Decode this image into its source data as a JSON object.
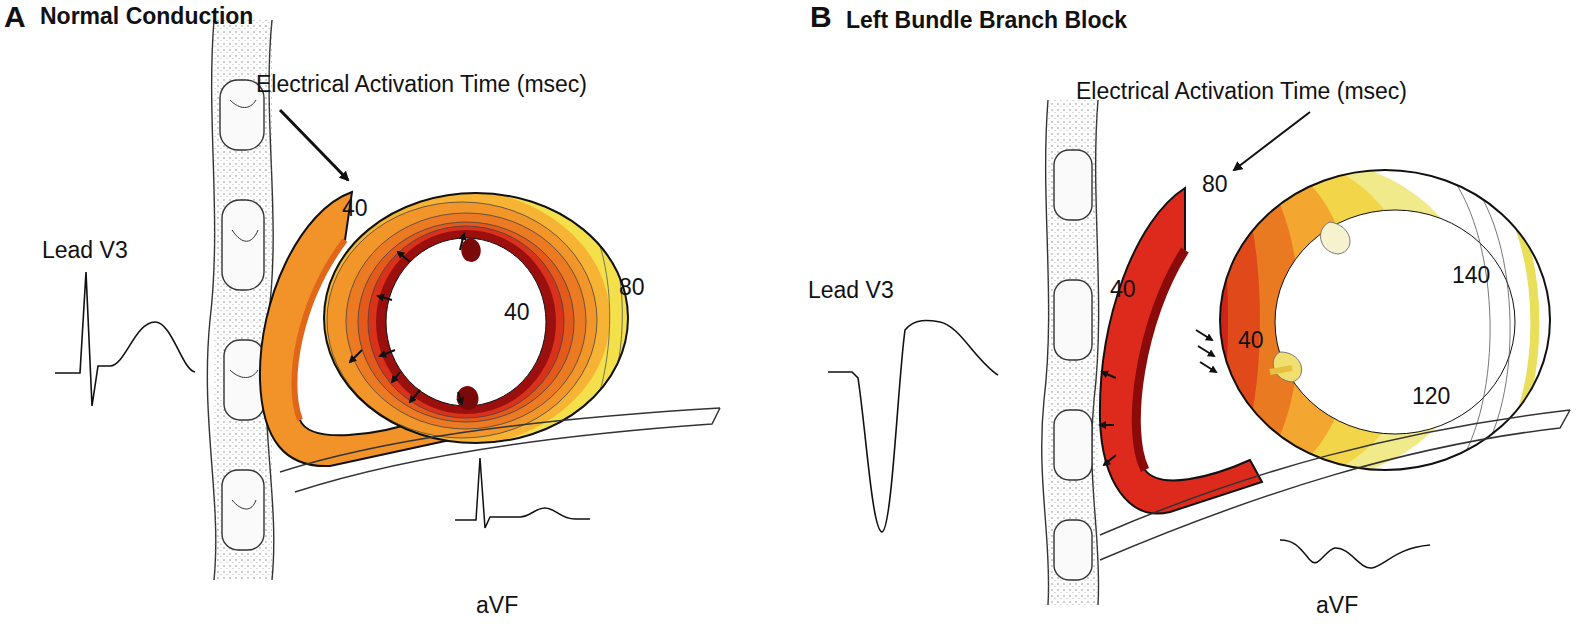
{
  "diagram": {
    "labels": [
      "A",
      "Normal Conduction",
      "B",
      "Left Bundle Branch Block",
      "Electrical Activation Time (msec)",
      "Electrical Activation Time (msec)",
      "80",
      "Lead V3",
      "40",
      "40",
      "140",
      "Lead V3",
      "80",
      "40",
      "40",
      "120",
      "aVF",
      "aVF"
    ]
  }
}
